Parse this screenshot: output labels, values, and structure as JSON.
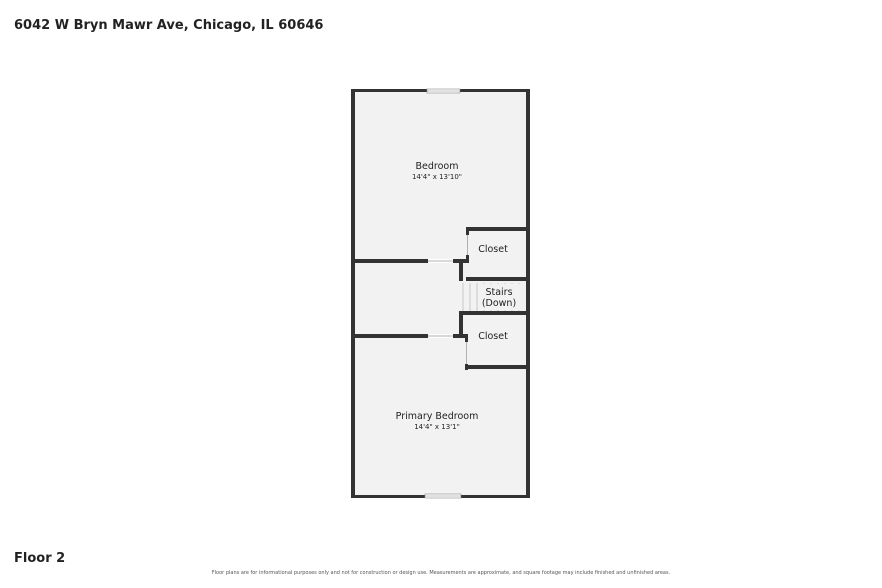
{
  "header": {
    "address": "6042 W Bryn Mawr Ave, Chicago, IL 60646"
  },
  "footer": {
    "floor": "Floor 2",
    "disclaimer": "Floor plans are for informational purposes only and not for construction or design use. Measurements are approximate, and square footage may include finished and unfinished areas."
  },
  "rooms": {
    "bedroom": {
      "name": "Bedroom",
      "dims": "14'4\" x 13'10\""
    },
    "closet_upper": {
      "name": "Closet"
    },
    "stairs": {
      "name_line1": "Stairs",
      "name_line2": "(Down)"
    },
    "closet_lower": {
      "name": "Closet"
    },
    "primary_bedroom": {
      "name": "Primary Bedroom",
      "dims": "14'4\" x 13'1\""
    }
  },
  "colors": {
    "wall": "#333333",
    "floor": "#f2f2f2",
    "door": "#b0b0b0"
  }
}
